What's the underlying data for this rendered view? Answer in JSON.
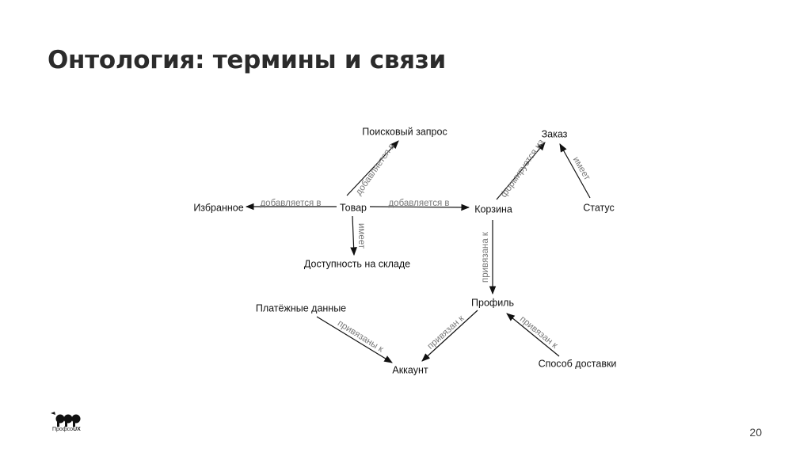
{
  "slide": {
    "title": "Онтология: термины и связи",
    "page_number": "20",
    "logo_name": "Профсо",
    "logo_suffix": "UX"
  },
  "diagram": {
    "nodes": [
      {
        "id": "search",
        "label": "Поисковый запрос"
      },
      {
        "id": "fav",
        "label": "Избранное"
      },
      {
        "id": "product",
        "label": "Товар"
      },
      {
        "id": "stock",
        "label": "Доступность на складе"
      },
      {
        "id": "cart",
        "label": "Корзина"
      },
      {
        "id": "order",
        "label": "Заказ"
      },
      {
        "id": "status",
        "label": "Статус"
      },
      {
        "id": "profile",
        "label": "Профиль"
      },
      {
        "id": "payment",
        "label": "Платёжные данные"
      },
      {
        "id": "account",
        "label": "Аккаунт"
      },
      {
        "id": "delivery",
        "label": "Способ доставки"
      }
    ],
    "edges": [
      {
        "from": "product",
        "to": "search",
        "label": "добавляется в"
      },
      {
        "from": "product",
        "to": "fav",
        "label": "добавляется в"
      },
      {
        "from": "product",
        "to": "cart",
        "label": "добавляется в"
      },
      {
        "from": "product",
        "to": "stock",
        "label": "имеет"
      },
      {
        "from": "cart",
        "to": "order",
        "label": "формируется из"
      },
      {
        "from": "status",
        "to": "order",
        "label": "имеет"
      },
      {
        "from": "cart",
        "to": "profile",
        "label": "привязана к"
      },
      {
        "from": "payment",
        "to": "account",
        "label": "привязаны к"
      },
      {
        "from": "profile",
        "to": "account",
        "label": "привязан к"
      },
      {
        "from": "delivery",
        "to": "profile",
        "label": "привязан к"
      }
    ]
  }
}
